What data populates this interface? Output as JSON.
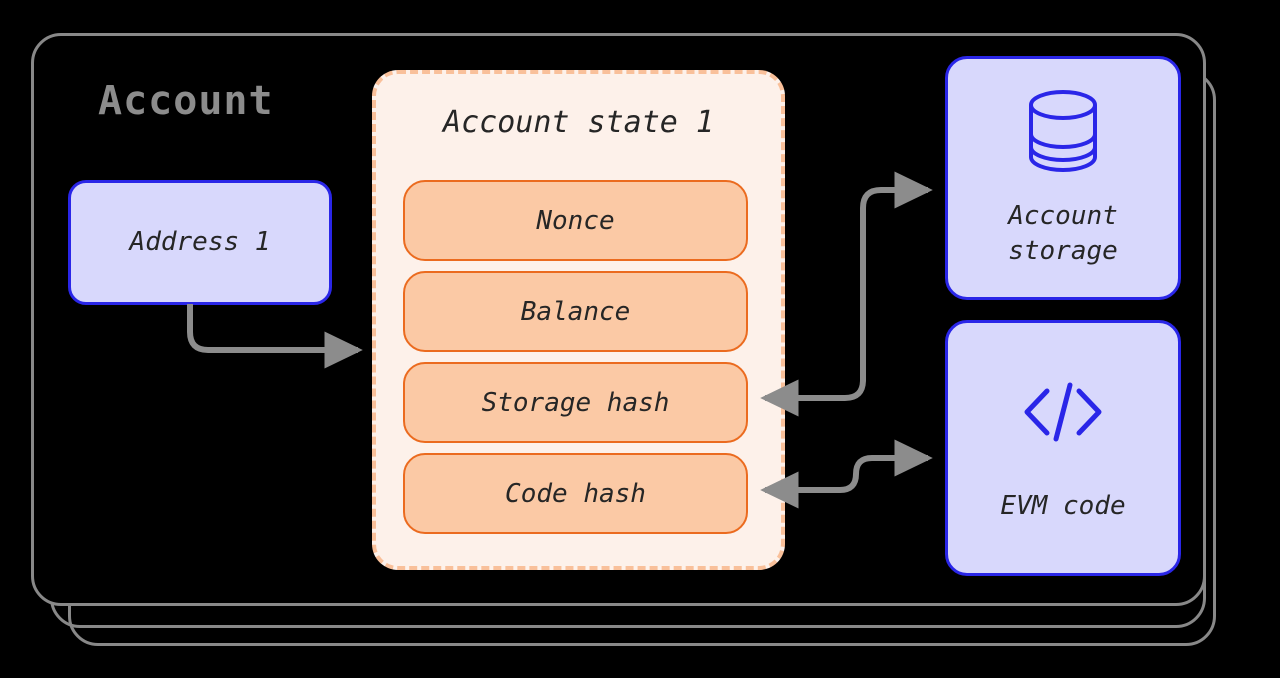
{
  "diagram": {
    "title": "Account",
    "title_color": "#8c8c8c",
    "background": "#000000"
  },
  "address": {
    "label": "Address 1",
    "fill": "#d8d8fc",
    "border": "#2a26e8"
  },
  "account_state": {
    "title": "Account state 1",
    "panel_fill": "#fdf1ea",
    "panel_border": "#f9c09a",
    "fields": [
      {
        "label": "Nonce"
      },
      {
        "label": "Balance"
      },
      {
        "label": "Storage hash"
      },
      {
        "label": "Code hash"
      }
    ],
    "field_fill": "#fbc9a5",
    "field_border": "#eb6b1f"
  },
  "side_boxes": [
    {
      "label": "Account\nstorage",
      "icon": "database-icon",
      "fill": "#d8d8fc",
      "border": "#2a26e8"
    },
    {
      "label": "EVM code",
      "icon": "code-brackets-icon",
      "fill": "#d8d8fc",
      "border": "#2a26e8"
    }
  ],
  "connectors": [
    {
      "name": "address-to-account-state",
      "color": "#8c8c8c"
    },
    {
      "name": "storage-hash-to-account-storage",
      "color": "#8c8c8c"
    },
    {
      "name": "code-hash-to-evm-code",
      "color": "#8c8c8c"
    }
  ]
}
